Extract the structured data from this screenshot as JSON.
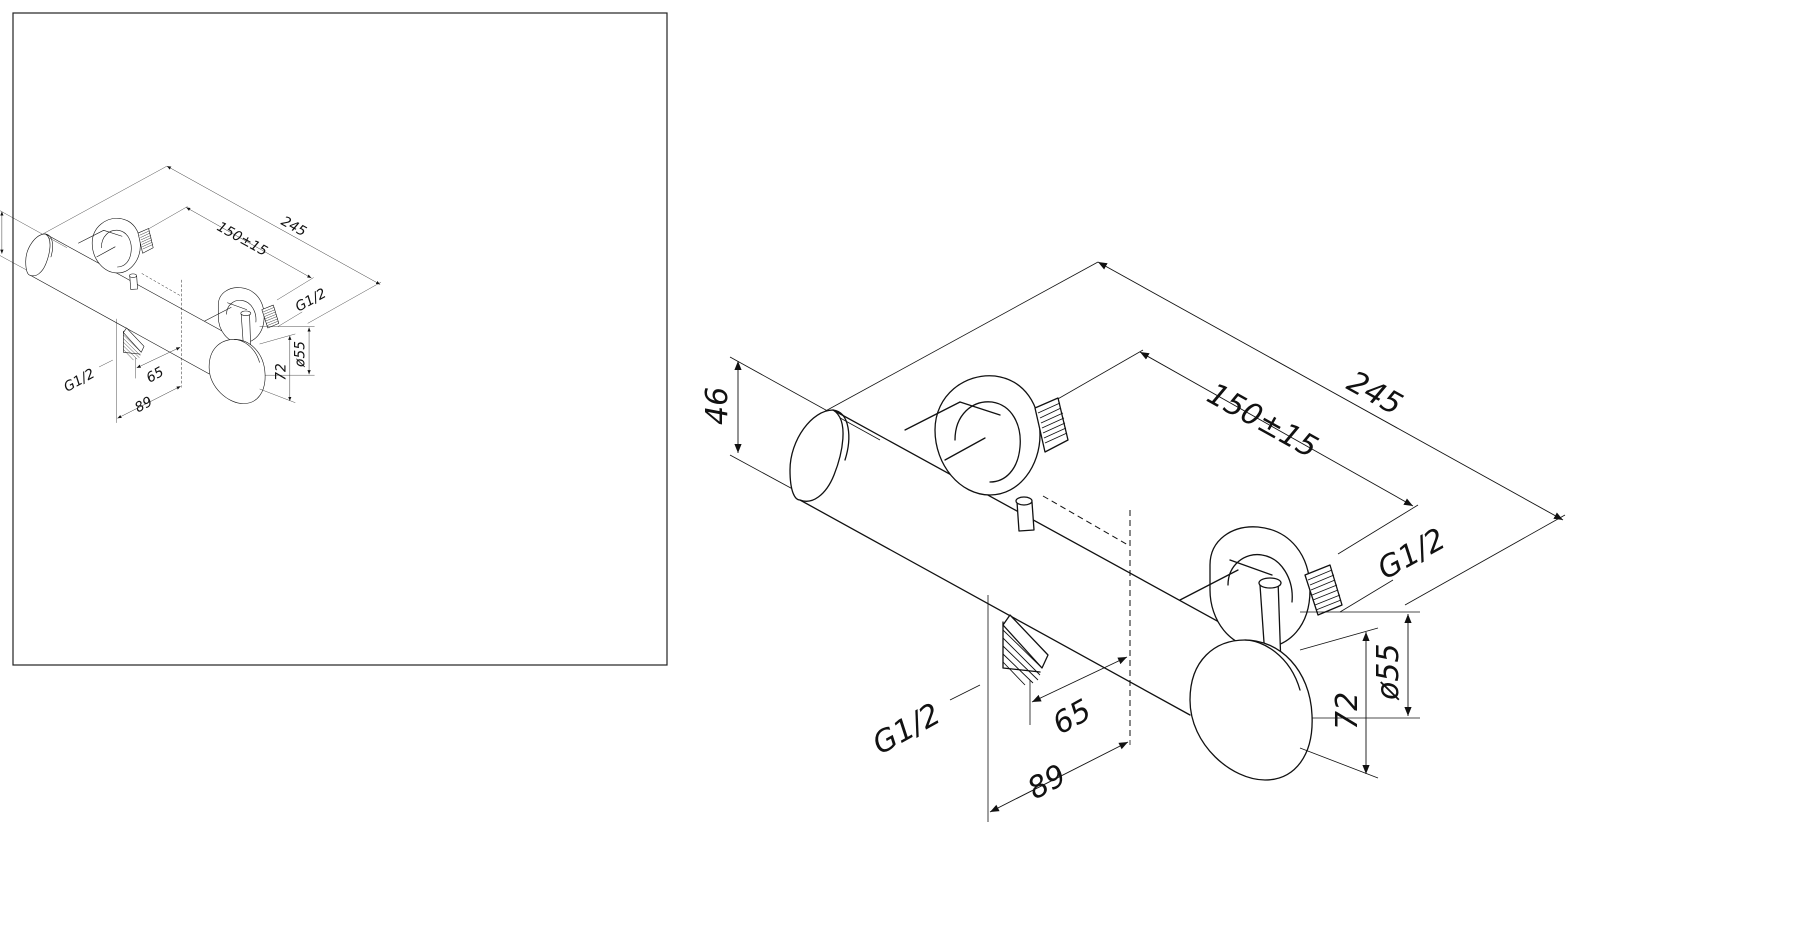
{
  "drawing": {
    "dimensions": {
      "overall_length": "245",
      "inlet_spacing": "150±15",
      "body_height": "46",
      "handle_diameter": "ø55",
      "handle_depth": "72",
      "outlet_offset": "65",
      "outlet_distance": "89",
      "thread_inlet": "G1/2",
      "thread_outlet": "G1/2"
    }
  }
}
